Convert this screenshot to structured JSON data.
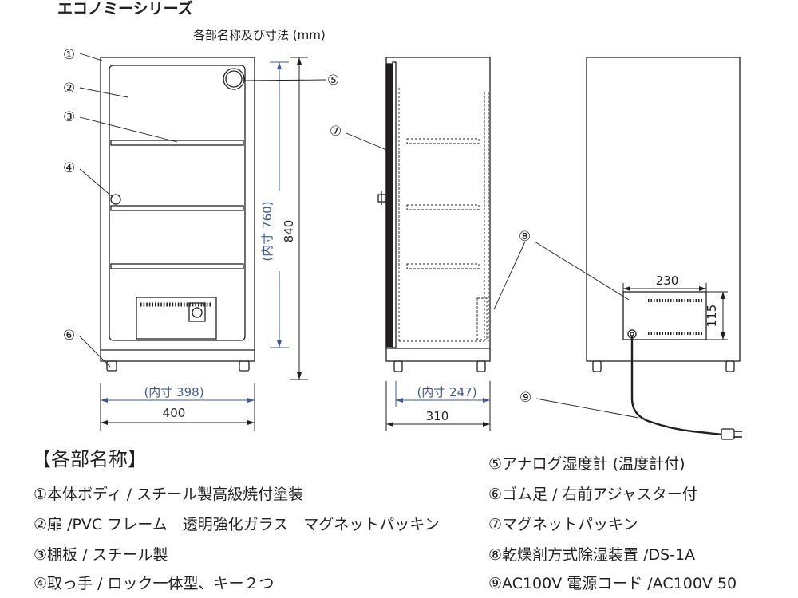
{
  "series_title": "エコノミーシリーズ",
  "diagram_title": "各部名称及び寸法 (mm)",
  "callouts": [
    "①",
    "②",
    "③",
    "④",
    "⑤",
    "⑥",
    "⑦",
    "⑧",
    "⑨"
  ],
  "dimensions": {
    "inner_height": "(内寸 760)",
    "outer_height": "840",
    "inner_width": "(内寸 398)",
    "outer_width": "400",
    "inner_depth": "(内寸 247)",
    "outer_depth": "310",
    "unit_width": "230",
    "unit_height": "115"
  },
  "colors": {
    "line": "#231f20",
    "dim_blue": "#3f5a8f"
  },
  "legend": {
    "heading": "【各部名称】",
    "items": [
      "①本体ボディ / スチール製高級焼付塗装",
      "②扉 /PVC フレーム　透明強化ガラス　マグネットパッキン",
      "③棚板 / スチール製",
      "④取っ手 / ロック一体型、キー２つ",
      "⑤アナログ湿度計 (温度計付)",
      "⑥ゴム足 / 右前アジャスター付",
      "⑦マグネットパッキン",
      "⑧乾燥剤方式除湿装置 /DS-1A",
      "⑨AC100V 電源コード /AC100V 50"
    ]
  }
}
